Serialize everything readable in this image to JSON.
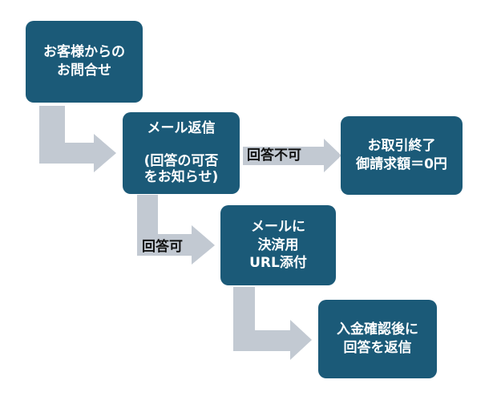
{
  "boxes": {
    "inquiry": "お客様からの\nお問合せ",
    "reply_mail": "メール返信\n\n(回答の可否\nをお知らせ)",
    "end": "お取引終了\n御請求額＝0円",
    "payment_url": "メールに\n決済用\nURL添付",
    "after_payment": "入金確認後に\n回答を返信"
  },
  "labels": {
    "not_possible": "回答不可",
    "possible": "回答可"
  },
  "colors": {
    "box": "#1b5a78",
    "arrow": "#c2c9d2",
    "text": "#111111"
  }
}
